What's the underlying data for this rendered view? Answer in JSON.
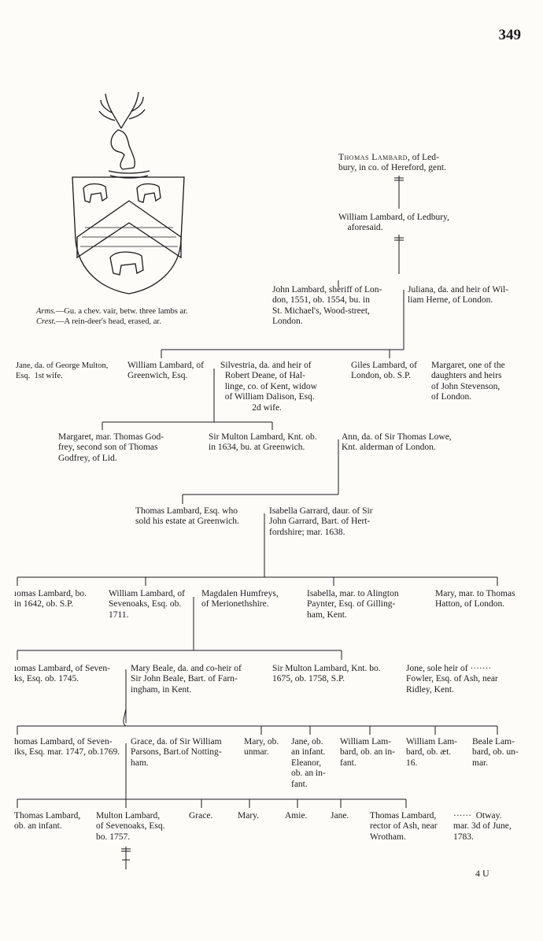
{
  "page_number": "349",
  "signature": "4 U",
  "arms": {
    "arms_label": "Arms.",
    "arms_text": "—Gu. a chev. vair, betw. three lambs ar.",
    "crest_label": "Crest.",
    "crest_text": "—A rein-deer's head, erased, ar."
  },
  "gen1": {
    "thomas_name": "Thomas Lambard",
    "thomas_rest": ", of Led-",
    "thomas_l2": "bury, in co. of Hereford, gent."
  },
  "gen2": {
    "william": "William Lambard, of Ledbury,\n    aforesaid."
  },
  "gen3": {
    "john": "John Lambard, sheriff of Lon-\ndon, 1551, ob. 1554, bu. in\nSt. Michael's, Wood-street,\nLondon.",
    "juliana": "Juliana, da. and heir of Wil-\nliam Herne, of London."
  },
  "gen4": {
    "jane": "Jane, da. of George Multon,\nEsq.  1st wife.",
    "william": "William Lambard, of\nGreenwich, Esq.",
    "silvestria": "Silvestria, da. and heir of\n  Robert Deane, of Hal-\n  linge, co. of Kent, widow\n  of William Dalison, Esq.\n              2d wife.",
    "giles": "Giles Lambard, of\nLondon, ob. S.P.",
    "margaret": "Margaret, one of the\ndaughters and heirs\nof John Stevenson,\nof London."
  },
  "gen5": {
    "margaret": "Margaret, mar. Thomas God-\nfrey, second son of Thomas\nGodfrey, of Lid.",
    "multon": "Sir Multon Lambard, Knt. ob.\nin 1634, bu. at Greenwich.",
    "ann": "Ann, da. of Sir Thomas Lowe,\nKnt. alderman of London."
  },
  "gen6": {
    "thomas": "Thomas Lambard, Esq. who\nsold his estate at Greenwich.",
    "isabella": "Isabella Garrard, daur. of Sir\nJohn Garrard, Bart. of Hert-\nfordshire; mar. 1638."
  },
  "gen7": {
    "thomas": "ıomas Lambard, bo.\nin 1642, ob. S.P.",
    "william": "William Lambard, of\nSevenoaks, Esq. ob.\n1711.",
    "magdalen": "Magdalen Humfreys,\nof Merionethshire.",
    "isabella": "Isabella, mar. to Alington\nPaynter, Esq. of Gilling-\nham, Kent.",
    "mary": "Mary, mar. to Thomas\nHatton, of London."
  },
  "gen8": {
    "thomas": "ıomas Lambard, of Seven-\nks, Esq. ob. 1745.",
    "mary": "Mary Beale, da. and co-heir of\nSir John Beale, Bart. of Farn-\ningham, in Kent.",
    "multon": "Sir Multon Lambard, Knt. bo.\n1675, ob. 1758, S.P.",
    "jone": "Jone, sole heir of ·······\nFowler, Esq. of Ash, near\nRidley, Kent."
  },
  "gen9": {
    "thomas": "homas Lambard, of Seven-\niks, Esq. mar. 1747, ob.1769.",
    "grace": "Grace, da. of Sir William\nParsons, Bart.of Notting-\nham.",
    "mary": "Mary, ob.\nunmar.",
    "jane": "Jane, ob.\nan infant.\nEleanor,\nob. an in-\nfant.",
    "william1": "William Lam-\nbard, ob. an in-\nfant.",
    "william2": "William Lam-\nbard, ob. æt.\n16.",
    "beale": "Beale Lam-\nbard, ob. un-\nmar."
  },
  "gen10": {
    "thomas": "Thomas Lambard,\nob. an infant.",
    "multon": "Multon Lambard,\nof Sevenoaks, Esq.\nbo. 1757.",
    "grace": "Grace.",
    "mary": "Mary.",
    "amie": "Amie.",
    "jane": "Jane.",
    "thomas_rector": "Thomas Lambard,\nrector of Ash, near\nWrotham.",
    "otway": "······  Otway.\nmar. 3d of June,\n1783."
  },
  "colors": {
    "ink": "#1a1a1a",
    "paper": "#fdfcf9"
  }
}
